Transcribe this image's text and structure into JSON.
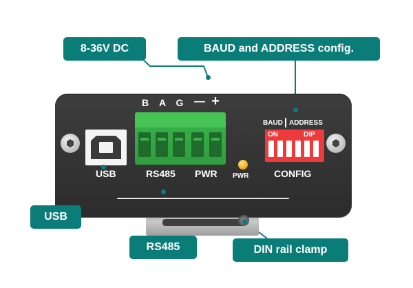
{
  "callouts": {
    "power": "8-36V DC",
    "config": "BAUD and ADDRESS config.",
    "usb": "USB",
    "rs485": "RS485",
    "din": "DIN rail clamp"
  },
  "device": {
    "pins": [
      "B",
      "A",
      "G",
      "—",
      "+"
    ],
    "usb_label": "USB",
    "rs485_label": "RS485",
    "pwr_label": "PWR",
    "led_label": "PWR",
    "config_label": "CONFIG",
    "baud_label": "BAUD",
    "address_label": "ADDRESS",
    "dip_on": "ON",
    "dip_text": "DIP"
  },
  "colors": {
    "callout": "#0b7d79",
    "terminal": "#39b54a",
    "dip": "#ee3a3a",
    "led": "#f2b01e",
    "body": "#333333"
  }
}
